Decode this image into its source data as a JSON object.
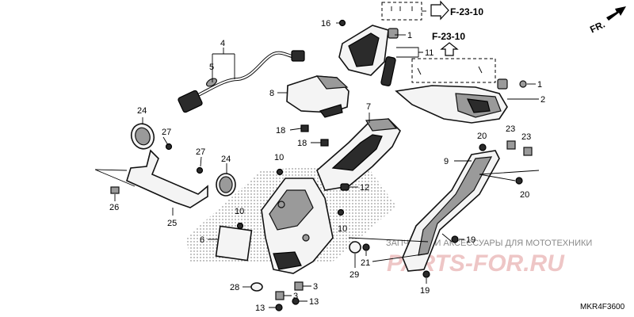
{
  "callouts": {
    "c1a": "1",
    "c1b": "1",
    "c2": "2",
    "c3a": "3",
    "c3b": "3",
    "c4": "4",
    "c5": "5",
    "c6": "6",
    "c7": "7",
    "c8": "8",
    "c9": "9",
    "c10a": "10",
    "c10b": "10",
    "c10c": "10",
    "c11": "11",
    "c12": "12",
    "c13a": "13",
    "c13b": "13",
    "c16": "16",
    "c18a": "18",
    "c18b": "18",
    "c19a": "19",
    "c19b": "19",
    "c20a": "20",
    "c20b": "20",
    "c21": "21",
    "c23a": "23",
    "c23b": "23",
    "c24a": "24",
    "c24b": "24",
    "c25": "25",
    "c26": "26",
    "c27a": "27",
    "c27b": "27",
    "c28": "28",
    "c29": "29"
  },
  "references": {
    "ref_top": "F-23-10",
    "ref_mid": "F-23-10",
    "front": "FR."
  },
  "watermark": {
    "line1": "ЗАПЧАСТИ И АКСЕССУАРЫ ДЛЯ МОТОТЕХНИКИ",
    "brand": "PARTS-FOR.RU"
  },
  "diagram_code": "MKR4F3600"
}
